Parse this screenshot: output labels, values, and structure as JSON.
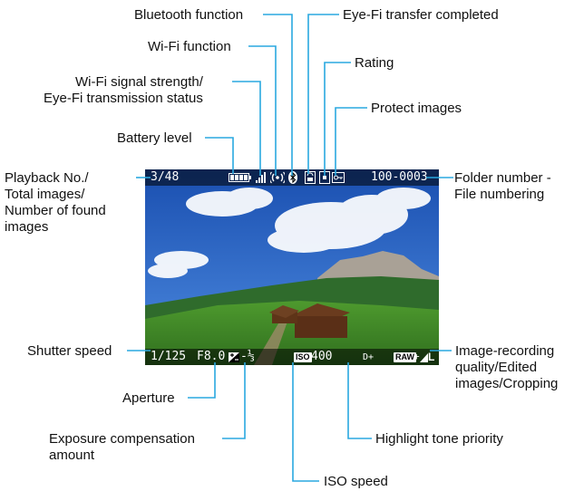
{
  "labels": {
    "bluetooth": "Bluetooth function",
    "eyefi_completed": "Eye-Fi transfer completed",
    "wifi": "Wi-Fi function",
    "rating": "Rating",
    "signal": [
      "Wi-Fi signal strength/",
      "Eye-Fi transmission status"
    ],
    "protect": "Protect images",
    "battery": "Battery level",
    "playback": [
      "Playback No./",
      "Total images/",
      "Number of found",
      "images"
    ],
    "folder": [
      "Folder number -",
      "File numbering"
    ],
    "shutter": "Shutter speed",
    "quality": [
      "Image-recording",
      "quality/Edited",
      "images/Cropping"
    ],
    "aperture": "Aperture",
    "exposure_comp": [
      "Exposure compensation",
      "amount"
    ],
    "highlight": "Highlight tone priority",
    "iso": "ISO speed"
  },
  "screen": {
    "playback_no": "3/48",
    "folder_file": "100-0003",
    "shutter_speed": "1/125",
    "aperture_value": "F8.0",
    "exposure_comp_value": "-⅓",
    "iso_badge": "ISO",
    "iso_value": "400",
    "highlight_value": "D+",
    "raw_badge": "RAW",
    "quality_plus": "+",
    "quality_size": "L",
    "battery_icon": "battery-full-icon",
    "signal_icon": "signal-bars-icon",
    "wifi_icon": "wifi-icon",
    "bluetooth_icon": "bluetooth-icon",
    "eyefi_icon": "eyefi-icon",
    "rating_icon": "rating-icon",
    "protect_icon": "protect-key-icon"
  },
  "colors": {
    "callout_line": "#2aa8e0",
    "sky": "#1f5bbd",
    "grass": "#3f8f2a",
    "osd_bar": "#000000"
  }
}
